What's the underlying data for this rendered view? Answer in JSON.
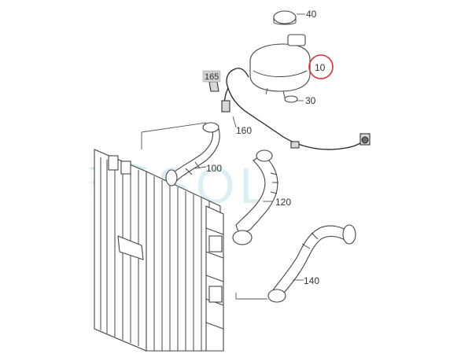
{
  "diagram": {
    "callouts": [
      {
        "id": "40",
        "label": "40"
      },
      {
        "id": "10",
        "label": "10",
        "highlighted": true
      },
      {
        "id": "165",
        "label": "165",
        "boxed": true
      },
      {
        "id": "30",
        "label": "30"
      },
      {
        "id": "160",
        "label": "160"
      },
      {
        "id": "100",
        "label": "100"
      },
      {
        "id": "120",
        "label": "120"
      },
      {
        "id": "140",
        "label": "140"
      }
    ],
    "watermark": "SOL",
    "highlight_color": "#d9302b",
    "watermark_color": "#8fd0e4"
  }
}
